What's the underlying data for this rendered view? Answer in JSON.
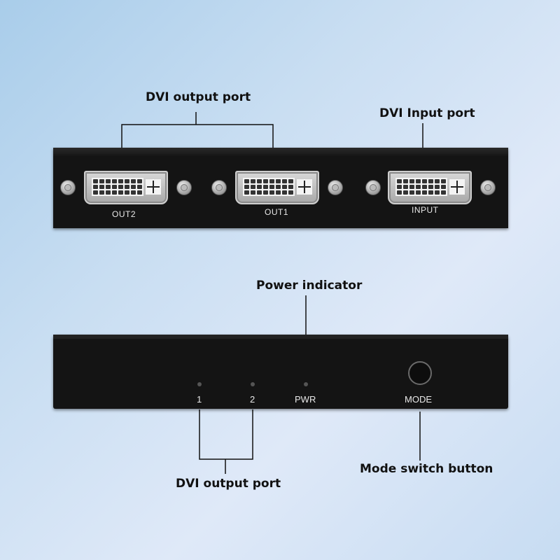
{
  "callouts": {
    "top_output": "DVI output port",
    "top_input": "DVI Input port",
    "power": "Power indicator",
    "bottom_output": "DVI output port",
    "mode": "Mode switch button"
  },
  "rear_panel": {
    "ports": [
      {
        "label": "OUT2",
        "icon": "dvi-port-icon"
      },
      {
        "label": "OUT1",
        "icon": "dvi-port-icon"
      },
      {
        "label": "INPUT",
        "icon": "dvi-port-icon"
      }
    ]
  },
  "front_panel": {
    "led_1": "1",
    "led_2": "2",
    "led_pwr": "PWR",
    "mode_label": "MODE"
  },
  "colors": {
    "device_body": "#141414",
    "background": "#c9def2",
    "callout_text": "#111111"
  }
}
